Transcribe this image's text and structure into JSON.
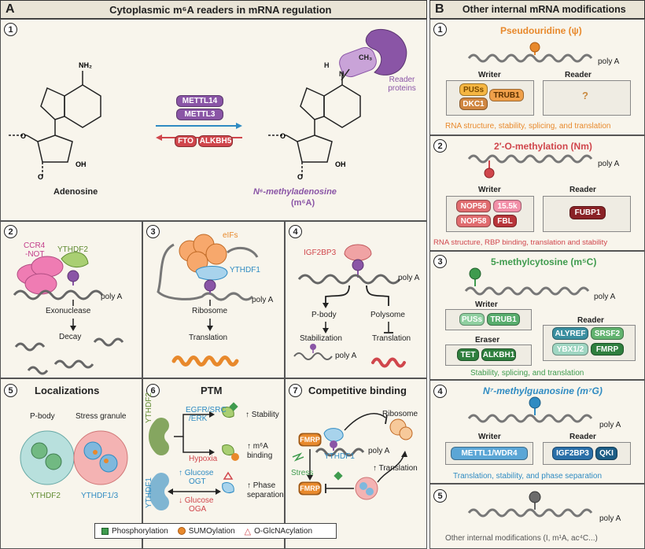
{
  "headers": {
    "a_letter": "A",
    "a_title": "Cytoplasmic m⁶A readers in mRNA regulation",
    "b_letter": "B",
    "b_title": "Other internal mRNA modifications"
  },
  "panel_a1": {
    "num": "1",
    "nh2": "NH₂",
    "adenosine": "Adenosine",
    "m6a_name": "N⁶-methyladenosine",
    "m6a_abbr": "(m⁶A)",
    "writer1": "METTL14",
    "writer2": "METTL3",
    "eraser1": "FTO",
    "eraser2": "ALKBH5",
    "reader_proteins": "Reader proteins",
    "oh": "OH",
    "n": "N",
    "ch3": "CH₃",
    "h": "H"
  },
  "panel_a2": {
    "num": "2",
    "ccr4": "CCR4",
    "not": "-NOT",
    "ythdf2": "YTHDF2",
    "polya": "poly A",
    "exonuclease": "Exonuclease",
    "decay": "Decay"
  },
  "panel_a3": {
    "num": "3",
    "eifs": "eIFs",
    "ythdf1": "YTHDF1",
    "polya": "poly A",
    "ribosome": "Ribosome",
    "translation": "Translation"
  },
  "panel_a4": {
    "num": "4",
    "igf2bp3": "IGF2BP3",
    "polya": "poly A",
    "pbody": "P-body",
    "polysome": "Polysome",
    "stabilization": "Stabilization",
    "translation": "Translation",
    "polya2": "poly A"
  },
  "panel_a5": {
    "num": "5",
    "title": "Localizations",
    "pbody": "P-body",
    "stress": "Stress granule",
    "ythdf2": "YTHDF2",
    "ythdf13": "YTHDF1/3"
  },
  "panel_a6": {
    "num": "6",
    "title": "PTM",
    "ythdf2": "YTHDF2",
    "ythdf1": "YTHDF1",
    "egfr": "EGFR/SRC",
    "erk": "/ERK",
    "hypoxia": "Hypoxia",
    "stability": "↑ Stability",
    "m6a1": "↑ m⁶A",
    "m6a2": "binding",
    "glucose_up": "↑ Glucose",
    "ogt": "OGT",
    "glucose_down": "↓ Glucose",
    "oga": "OGA",
    "phase1": "↑ Phase",
    "phase2": "separation"
  },
  "panel_a7": {
    "num": "7",
    "title": "Competitive binding",
    "ribosome": "Ribosome",
    "fmrp1": "FMRP",
    "ythdf1": "YTHDF1",
    "polya": "poly A",
    "stress": "Stress",
    "translation": "↑ Translation",
    "fmrp2": "FMRP"
  },
  "legend": {
    "phospho": "Phosphorylation",
    "sumo": "SUMOylation",
    "oglc": "O-GlcNAcylation"
  },
  "panel_b1": {
    "num": "1",
    "title": "Pseudouridine (ψ)",
    "polya": "poly A",
    "writer": "Writer",
    "reader": "Reader",
    "w1": "PUSs",
    "w2": "TRUB1",
    "w3": "DKC1",
    "reader_unknown": "?",
    "function": "RNA structure, stability, splicing, and translation"
  },
  "panel_b2": {
    "num": "2",
    "title": "2′-O-methylation (Nm)",
    "polya": "poly A",
    "writer": "Writer",
    "reader": "Reader",
    "w1": "NOP56",
    "w2": "15.5k",
    "w3": "NOP58",
    "w4": "FBL",
    "r1": "FUBP1",
    "function": "RNA structure, RBP binding, translation and stability"
  },
  "panel_b3": {
    "num": "3",
    "title": "5-methylcytosine (m⁵C)",
    "polya": "poly A",
    "writer": "Writer",
    "eraser": "Eraser",
    "reader": "Reader",
    "w1": "PUSs",
    "w2": "TRUB1",
    "e1": "TET",
    "e2": "ALKBH1",
    "r1": "ALYREF",
    "r2": "SRSF2",
    "r3": "YBX1/2",
    "r4": "FMRP",
    "function": "Stability, splicing, and translation"
  },
  "panel_b4": {
    "num": "4",
    "title": "N⁷-methylguanosine (m⁷G)",
    "polya": "poly A",
    "writer": "Writer",
    "reader": "Reader",
    "w1": "METTL1/WDR4",
    "r1": "IGF2BP3",
    "r2": "QKI",
    "function": "Translation, stability, and phase separation"
  },
  "panel_b5": {
    "num": "5",
    "polya": "poly A",
    "function": "Other internal modifications (I, m¹A, ac⁴C...)"
  },
  "colors": {
    "purple": "#8a55a6",
    "orange": "#e8892c",
    "red": "#d0464c",
    "green": "#3f9b4e",
    "blue": "#2f8bc2",
    "gray": "#6b6b6b",
    "ythdf2_green": "#a9cf72",
    "ythdf1_blue": "#a8d3ec",
    "ccr4_pink": "#ef7cb3"
  }
}
